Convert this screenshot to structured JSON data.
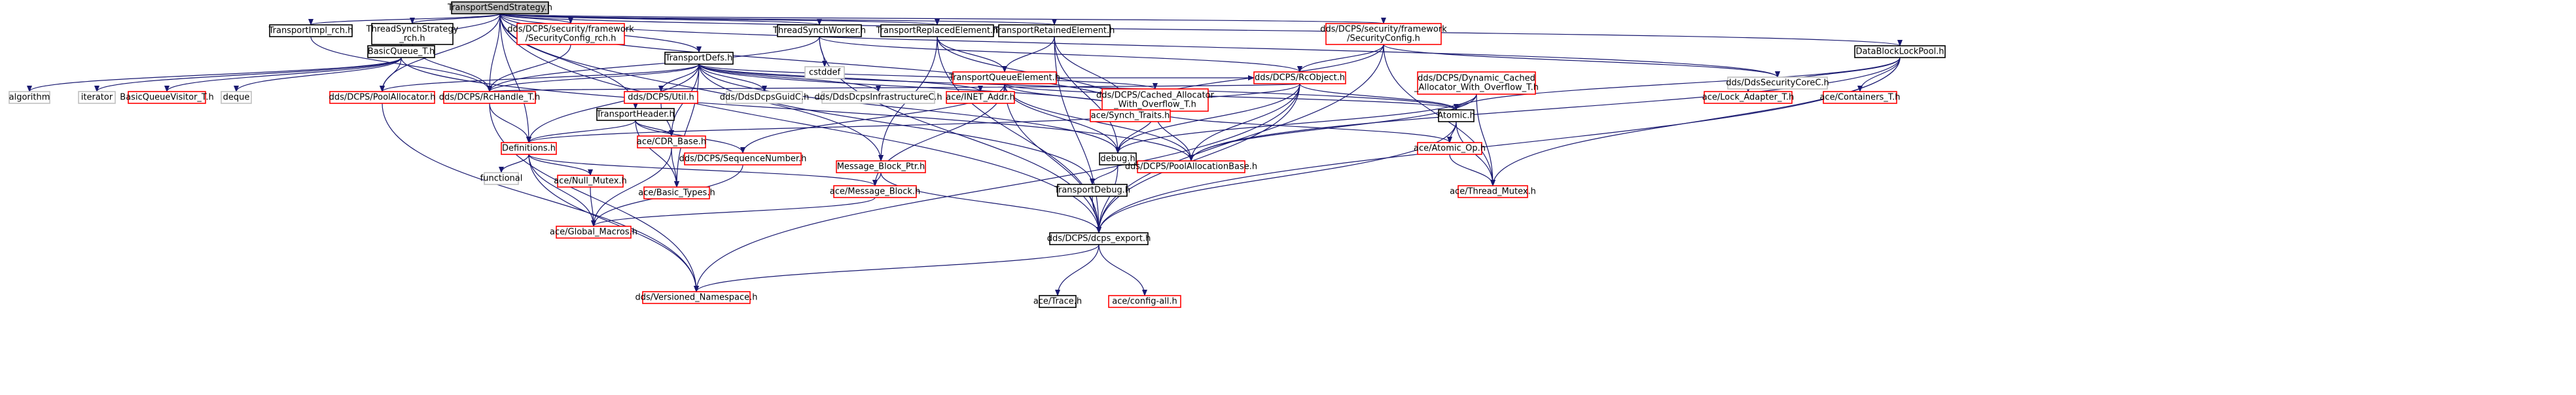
{
  "colors": {
    "black": "#000000",
    "red": "#ff0000",
    "gray": "#bfbfbf",
    "root_fill": "#bfbfbf",
    "edge": "#191970"
  },
  "nodes": [
    {
      "id": "root",
      "lines": [
        "TransportSendStrategy.h"
      ],
      "color": "black",
      "root": true
    },
    {
      "id": "tirch",
      "lines": [
        "TransportImpl_rch.h"
      ],
      "color": "black"
    },
    {
      "id": "tsrch",
      "lines": [
        "ThreadSynchStrategy",
        "_rch.h"
      ],
      "color": "black"
    },
    {
      "id": "sfrch",
      "lines": [
        "dds/DCPS/security/framework",
        "/SecurityConfig_rch.h"
      ],
      "color": "red"
    },
    {
      "id": "tsw",
      "lines": [
        "ThreadSynchWorker.h"
      ],
      "color": "black"
    },
    {
      "id": "tre",
      "lines": [
        "TransportReplacedElement.h"
      ],
      "color": "black"
    },
    {
      "id": "trte",
      "lines": [
        "TransportRetainedElement.h"
      ],
      "color": "black"
    },
    {
      "id": "sfc",
      "lines": [
        "dds/DCPS/security/framework",
        "/SecurityConfig.h"
      ],
      "color": "red"
    },
    {
      "id": "dblp",
      "lines": [
        "DataBlockLockPool.h"
      ],
      "color": "black"
    },
    {
      "id": "bq",
      "lines": [
        "BasicQueue_T.h"
      ],
      "color": "black"
    },
    {
      "id": "tdefs",
      "lines": [
        "TransportDefs.h"
      ],
      "color": "black"
    },
    {
      "id": "tqe",
      "lines": [
        "TransportQueueElement.h"
      ],
      "color": "red"
    },
    {
      "id": "rco",
      "lines": [
        "dds/DCPS/RcObject.h"
      ],
      "color": "red"
    },
    {
      "id": "dca",
      "lines": [
        "dds/DCPS/Dynamic_Cached",
        "_Allocator_With_Overflow_T.h"
      ],
      "color": "red"
    },
    {
      "id": "cstddef",
      "lines": [
        "cstddef"
      ],
      "color": "gray"
    },
    {
      "id": "dsc",
      "lines": [
        "dds/DdsSecurityCoreC.h"
      ],
      "color": "gray"
    },
    {
      "id": "algorithm",
      "lines": [
        "algorithm"
      ],
      "color": "gray"
    },
    {
      "id": "iterator",
      "lines": [
        "iterator"
      ],
      "color": "gray"
    },
    {
      "id": "bqv",
      "lines": [
        "BasicQueueVisitor_T.h"
      ],
      "color": "red"
    },
    {
      "id": "deque",
      "lines": [
        "deque"
      ],
      "color": "gray"
    },
    {
      "id": "pa",
      "lines": [
        "dds/DCPS/PoolAllocator.h"
      ],
      "color": "red"
    },
    {
      "id": "rch",
      "lines": [
        "dds/DCPS/RcHandle_T.h"
      ],
      "color": "red"
    },
    {
      "id": "util",
      "lines": [
        "dds/DCPS/Util.h"
      ],
      "color": "red"
    },
    {
      "id": "guid",
      "lines": [
        "dds/DdsDcpsGuidC.h"
      ],
      "color": "gray"
    },
    {
      "id": "infra",
      "lines": [
        "dds/DdsDcpsInfrastructureC.h"
      ],
      "color": "gray"
    },
    {
      "id": "inet",
      "lines": [
        "ace/INET_Addr.h"
      ],
      "color": "red"
    },
    {
      "id": "cao",
      "lines": [
        "dds/DCPS/Cached_Allocator",
        "_With_Overflow_T.h"
      ],
      "color": "red"
    },
    {
      "id": "synch",
      "lines": [
        "ace/Synch_Traits.h"
      ],
      "color": "red"
    },
    {
      "id": "atomic",
      "lines": [
        "Atomic.h"
      ],
      "color": "black"
    },
    {
      "id": "lock",
      "lines": [
        "ace/Lock_Adapter_T.h"
      ],
      "color": "red"
    },
    {
      "id": "cont",
      "lines": [
        "ace/Containers_T.h"
      ],
      "color": "red"
    },
    {
      "id": "th",
      "lines": [
        "TransportHeader.h"
      ],
      "color": "black"
    },
    {
      "id": "defs",
      "lines": [
        "Definitions.h"
      ],
      "color": "red"
    },
    {
      "id": "cdr",
      "lines": [
        "ace/CDR_Base.h"
      ],
      "color": "red"
    },
    {
      "id": "sn",
      "lines": [
        "dds/DCPS/SequenceNumber.h"
      ],
      "color": "red"
    },
    {
      "id": "mbp",
      "lines": [
        "Message_Block_Ptr.h"
      ],
      "color": "red"
    },
    {
      "id": "debug",
      "lines": [
        "debug.h"
      ],
      "color": "black"
    },
    {
      "id": "pab",
      "lines": [
        "dds/DCPS/PoolAllocationBase.h"
      ],
      "color": "red"
    },
    {
      "id": "aop",
      "lines": [
        "ace/Atomic_Op.h"
      ],
      "color": "red"
    },
    {
      "id": "functional",
      "lines": [
        "functional"
      ],
      "color": "gray"
    },
    {
      "id": "nm",
      "lines": [
        "ace/Null_Mutex.h"
      ],
      "color": "red"
    },
    {
      "id": "bt",
      "lines": [
        "ace/Basic_Types.h"
      ],
      "color": "red"
    },
    {
      "id": "mb",
      "lines": [
        "ace/Message_Block.h"
      ],
      "color": "red"
    },
    {
      "id": "tdbg",
      "lines": [
        "TransportDebug.h"
      ],
      "color": "black"
    },
    {
      "id": "tm",
      "lines": [
        "ace/Thread_Mutex.h"
      ],
      "color": "red"
    },
    {
      "id": "gm",
      "lines": [
        "ace/Global_Macros.h"
      ],
      "color": "red"
    },
    {
      "id": "export",
      "lines": [
        "dds/DCPS/dcps_export.h"
      ],
      "color": "black"
    },
    {
      "id": "vn",
      "lines": [
        "dds/Versioned_Namespace.h"
      ],
      "color": "red"
    },
    {
      "id": "trace",
      "lines": [
        "ace/Trace.h"
      ],
      "color": "black"
    },
    {
      "id": "config",
      "lines": [
        "ace/config-all.h"
      ],
      "color": "red"
    }
  ],
  "edges": [
    [
      "root",
      "tirch"
    ],
    [
      "root",
      "tsrch"
    ],
    [
      "root",
      "sfrch"
    ],
    [
      "root",
      "tsw"
    ],
    [
      "root",
      "tre"
    ],
    [
      "root",
      "trte"
    ],
    [
      "root",
      "sfc"
    ],
    [
      "root",
      "dblp"
    ],
    [
      "root",
      "bq"
    ],
    [
      "root",
      "tdefs"
    ],
    [
      "root",
      "pa"
    ],
    [
      "root",
      "rch"
    ],
    [
      "root",
      "synch"
    ],
    [
      "root",
      "dsc"
    ],
    [
      "root",
      "th"
    ],
    [
      "root",
      "export"
    ],
    [
      "root",
      "mbp"
    ],
    [
      "root",
      "defs"
    ],
    [
      "tirch",
      "rch"
    ],
    [
      "tsrch",
      "rch"
    ],
    [
      "sfrch",
      "rch"
    ],
    [
      "tsw",
      "rco"
    ],
    [
      "tsw",
      "cstddef"
    ],
    [
      "tsw",
      "rch"
    ],
    [
      "tsw",
      "export"
    ],
    [
      "tre",
      "tqe"
    ],
    [
      "tre",
      "mbp"
    ],
    [
      "tre",
      "synch"
    ],
    [
      "tre",
      "export"
    ],
    [
      "trte",
      "tqe"
    ],
    [
      "trte",
      "synch"
    ],
    [
      "trte",
      "debug"
    ],
    [
      "trte",
      "export"
    ],
    [
      "sfc",
      "rco"
    ],
    [
      "sfc",
      "dsc"
    ],
    [
      "sfc",
      "tm"
    ],
    [
      "sfc",
      "export"
    ],
    [
      "sfc",
      "synch"
    ],
    [
      "dblp",
      "atomic"
    ],
    [
      "dblp",
      "lock"
    ],
    [
      "dblp",
      "cont"
    ],
    [
      "dblp",
      "tm"
    ],
    [
      "dblp",
      "export"
    ],
    [
      "dblp",
      "pab"
    ],
    [
      "bq",
      "algorithm"
    ],
    [
      "bq",
      "iterator"
    ],
    [
      "bq",
      "bqv"
    ],
    [
      "bq",
      "deque"
    ],
    [
      "bq",
      "pa"
    ],
    [
      "bq",
      "pab"
    ],
    [
      "tdefs",
      "rch"
    ],
    [
      "tdefs",
      "util"
    ],
    [
      "tdefs",
      "guid"
    ],
    [
      "tdefs",
      "infra"
    ],
    [
      "tdefs",
      "inet"
    ],
    [
      "tdefs",
      "cao"
    ],
    [
      "tdefs",
      "synch"
    ],
    [
      "tdefs",
      "cdr"
    ],
    [
      "tdefs",
      "defs"
    ],
    [
      "tdefs",
      "pa"
    ],
    [
      "tdefs",
      "debug"
    ],
    [
      "tdefs",
      "tdbg"
    ],
    [
      "tdefs",
      "bt"
    ],
    [
      "tdefs",
      "atomic"
    ],
    [
      "tqe",
      "rco"
    ],
    [
      "tqe",
      "pab"
    ],
    [
      "tqe",
      "atomic"
    ],
    [
      "tqe",
      "synch"
    ],
    [
      "tqe",
      "sn"
    ],
    [
      "tqe",
      "mb"
    ],
    [
      "tqe",
      "debug"
    ],
    [
      "tqe",
      "export"
    ],
    [
      "rco",
      "atomic"
    ],
    [
      "rco",
      "pab"
    ],
    [
      "rco",
      "rch"
    ],
    [
      "rco",
      "synch"
    ],
    [
      "rco",
      "export"
    ],
    [
      "rco",
      "debug"
    ],
    [
      "rco",
      "vn"
    ],
    [
      "dca",
      "atomic"
    ],
    [
      "dca",
      "pab"
    ],
    [
      "dca",
      "debug"
    ],
    [
      "dca",
      "tm"
    ],
    [
      "pa",
      "vn"
    ],
    [
      "rch",
      "defs"
    ],
    [
      "rch",
      "vn"
    ],
    [
      "util",
      "cdr"
    ],
    [
      "cao",
      "pab"
    ],
    [
      "cao",
      "aop"
    ],
    [
      "cao",
      "debug"
    ],
    [
      "cao",
      "defs"
    ],
    [
      "atomic",
      "aop"
    ],
    [
      "atomic",
      "tm"
    ],
    [
      "atomic",
      "export"
    ],
    [
      "th",
      "sn"
    ],
    [
      "th",
      "cdr"
    ],
    [
      "th",
      "defs"
    ],
    [
      "th",
      "bt"
    ],
    [
      "defs",
      "functional"
    ],
    [
      "defs",
      "nm"
    ],
    [
      "defs",
      "gm"
    ],
    [
      "defs",
      "mb"
    ],
    [
      "defs",
      "vn"
    ],
    [
      "cdr",
      "bt"
    ],
    [
      "cdr",
      "gm"
    ],
    [
      "sn",
      "gm"
    ],
    [
      "mbp",
      "mb"
    ],
    [
      "mbp",
      "export"
    ],
    [
      "debug",
      "export"
    ],
    [
      "debug",
      "tdbg"
    ],
    [
      "aop",
      "tm"
    ],
    [
      "nm",
      "gm"
    ],
    [
      "mb",
      "gm"
    ],
    [
      "tdbg",
      "export"
    ],
    [
      "export",
      "vn"
    ],
    [
      "export",
      "trace"
    ],
    [
      "export",
      "config"
    ]
  ]
}
